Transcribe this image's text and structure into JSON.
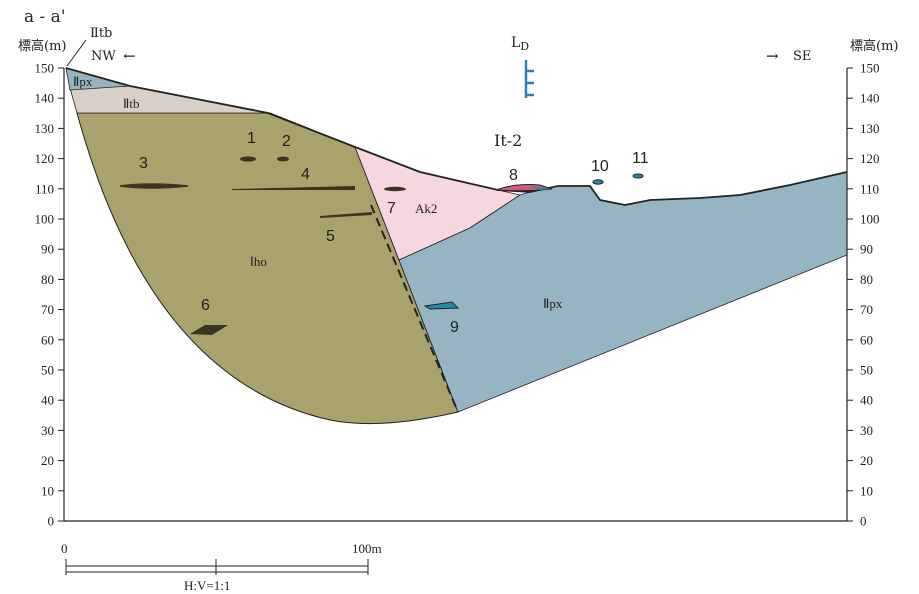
{
  "section_title": "a - a'",
  "left_elev_label": "標高(m)",
  "right_elev_label": "標高(m)",
  "left_direction": "NW",
  "right_direction": "SE",
  "arrow_left": "←",
  "arrow_right": "→",
  "top_left_unit_label": "Ⅱtb",
  "elevation_ticks": [
    "150",
    "140",
    "130",
    "120",
    "110",
    "100",
    "90",
    "80",
    "70",
    "60",
    "50",
    "40",
    "30",
    "20",
    "10",
    "0"
  ],
  "scale_bar": {
    "start": "0",
    "end": "100m",
    "ratio": "H:V=1:1"
  },
  "ld_symbol": {
    "main": "L",
    "sub": "D"
  },
  "layers": {
    "top_px": "Ⅱpx",
    "tb": "Ⅱtb",
    "iho": "Ⅰho",
    "ak2": "Ak2",
    "lower_px": "Ⅱpx",
    "it2": "It-2"
  },
  "lens_numbers": [
    "1",
    "2",
    "3",
    "4",
    "5",
    "6",
    "7",
    "8",
    "9",
    "10",
    "11"
  ],
  "colors": {
    "olive": "#a8a26d",
    "tan": "#d8cfc7",
    "pink": "#f6d6df",
    "blue": "#97b4c3",
    "ld_blue": "#2f7fb5",
    "lens_dark": "#3a3420",
    "lens_teal": "#1d8ea6",
    "lens_pink": "#d6577f"
  }
}
